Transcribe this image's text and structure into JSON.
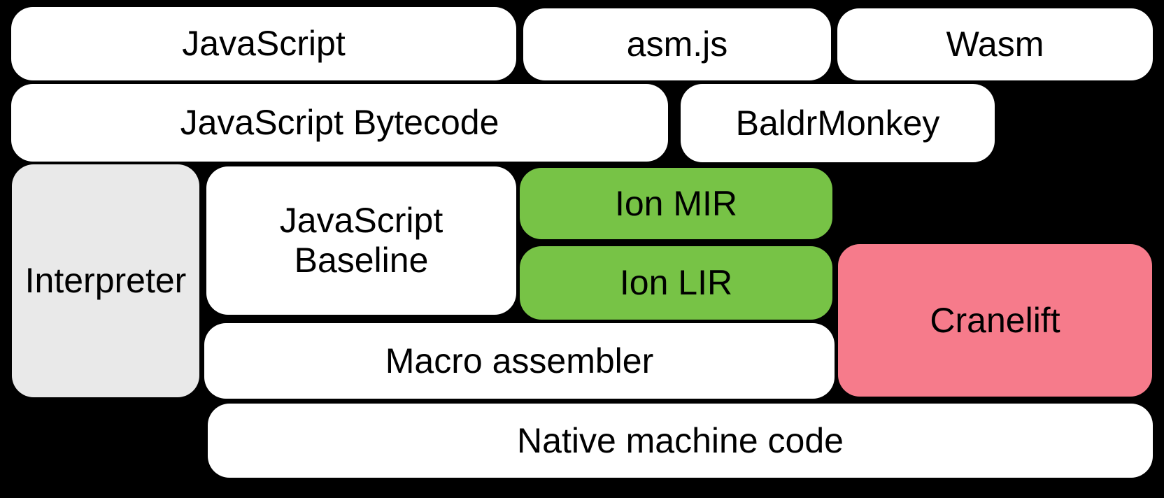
{
  "diagram": {
    "background": "#000000",
    "text_color": "#000000"
  },
  "colors": {
    "white": "#ffffff",
    "gray": "#e9e9e9",
    "green": "#77c346",
    "pink": "#f67b8b"
  },
  "boxes": [
    {
      "id": "javascript",
      "label": "JavaScript",
      "color": "white"
    },
    {
      "id": "asmjs",
      "label": "asm.js",
      "color": "white"
    },
    {
      "id": "wasm",
      "label": "Wasm",
      "color": "white"
    },
    {
      "id": "javascript-bytecode",
      "label": "JavaScript Bytecode",
      "color": "white"
    },
    {
      "id": "baldrmonkey",
      "label": "BaldrMonkey",
      "color": "white"
    },
    {
      "id": "interpreter",
      "label": "Interpreter",
      "color": "gray"
    },
    {
      "id": "javascript-baseline",
      "label": "JavaScript\nBaseline",
      "color": "white"
    },
    {
      "id": "ion-mir",
      "label": "Ion MIR",
      "color": "green"
    },
    {
      "id": "ion-lir",
      "label": "Ion LIR",
      "color": "green"
    },
    {
      "id": "cranelift",
      "label": "Cranelift",
      "color": "pink"
    },
    {
      "id": "macro-assembler",
      "label": "Macro assembler",
      "color": "white"
    },
    {
      "id": "native-machine-code",
      "label": "Native machine code",
      "color": "white"
    }
  ]
}
